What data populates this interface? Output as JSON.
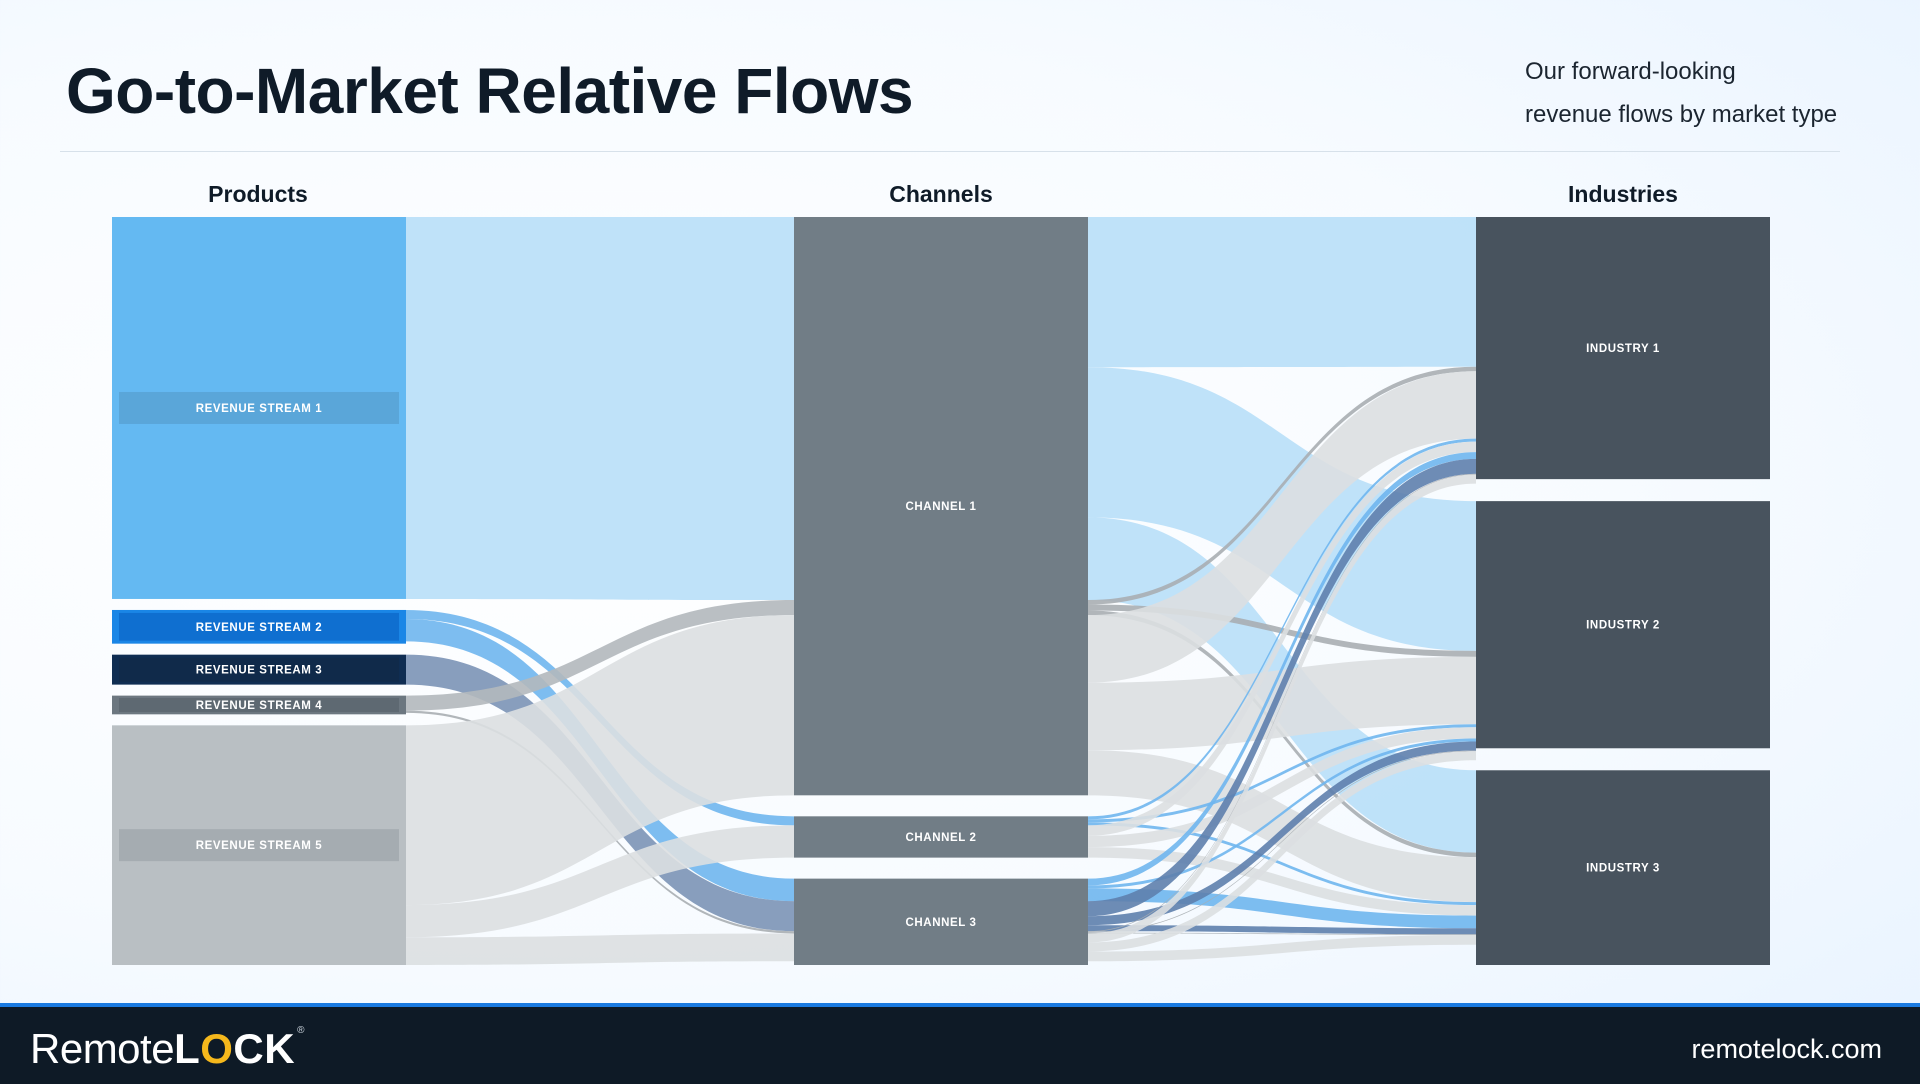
{
  "header": {
    "title": "Go-to-Market Relative Flows",
    "subtitle_line1": "Our forward-looking",
    "subtitle_line2": "revenue flows by market type"
  },
  "columns": {
    "products": "Products",
    "channels": "Channels",
    "industries": "Industries"
  },
  "nodes": {
    "products": [
      {
        "id": "rs1",
        "label": "REVENUE STREAM 1",
        "color": "#64b9f2",
        "label_bg": "#5aa6d9",
        "value": 51
      },
      {
        "id": "rs2",
        "label": "REVENUE STREAM 2",
        "color": "#1a86e6",
        "label_bg": "#0f6fd0",
        "value": 4.5
      },
      {
        "id": "rs3",
        "label": "REVENUE STREAM 3",
        "color": "#0f2d52",
        "label_bg": "#102a4a",
        "value": 4
      },
      {
        "id": "rs4",
        "label": "REVENUE STREAM 4",
        "color": "#6c7780",
        "label_bg": "#5e6972",
        "value": 2.5
      },
      {
        "id": "rs5",
        "label": "REVENUE STREAM 5",
        "color": "#b9bfc3",
        "label_bg": "#a5acb1",
        "value": 32
      }
    ],
    "channels": [
      {
        "id": "c1",
        "label": "CHANNEL 1",
        "color": "#717d86",
        "value": 77
      },
      {
        "id": "c2",
        "label": "CHANNEL 2",
        "color": "#717d86",
        "value": 5.5
      },
      {
        "id": "c3",
        "label": "CHANNEL 3",
        "color": "#717d86",
        "value": 11.5
      }
    ],
    "industries": [
      {
        "id": "i1",
        "label": "INDUSTRY 1",
        "color": "#48535e",
        "value": 35
      },
      {
        "id": "i2",
        "label": "INDUSTRY 2",
        "color": "#48535e",
        "value": 33
      },
      {
        "id": "i3",
        "label": "INDUSTRY 3",
        "color": "#48535e",
        "value": 26
      }
    ]
  },
  "links": [
    {
      "source": "rs1",
      "target": "c1",
      "value": 51,
      "color": "#b8dff8"
    },
    {
      "source": "rs2",
      "target": "c2",
      "value": 1.2,
      "color": "#6fb6ee"
    },
    {
      "source": "rs2",
      "target": "c3",
      "value": 3,
      "color": "#6fb6ee"
    },
    {
      "source": "rs3",
      "target": "c3",
      "value": 4,
      "color": "#7b93b6"
    },
    {
      "source": "rs4",
      "target": "c1",
      "value": 2,
      "color": "#b3b8bc"
    },
    {
      "source": "rs4",
      "target": "c3",
      "value": 0.3,
      "color": "#a9aeb2"
    },
    {
      "source": "rs5",
      "target": "c1",
      "value": 24,
      "color": "#dcdfe1"
    },
    {
      "source": "rs5",
      "target": "c2",
      "value": 4.3,
      "color": "#dcdfe1"
    },
    {
      "source": "rs5",
      "target": "c3",
      "value": 3.7,
      "color": "#dcdfe1"
    },
    {
      "source": "c1",
      "target": "i1",
      "value": 20,
      "color": "#b8dff8"
    },
    {
      "source": "c1",
      "target": "i2",
      "value": 20,
      "color": "#b8dff8"
    },
    {
      "source": "c1",
      "target": "i3",
      "value": 11,
      "color": "#b8dff8"
    },
    {
      "source": "c1",
      "target": "i1",
      "value": 0.6,
      "color": "#a9aeb2"
    },
    {
      "source": "c1",
      "target": "i2",
      "value": 0.8,
      "color": "#a9aeb2"
    },
    {
      "source": "c1",
      "target": "i3",
      "value": 0.6,
      "color": "#a9aeb2"
    },
    {
      "source": "c1",
      "target": "i1",
      "value": 9,
      "color": "#dcdfe1"
    },
    {
      "source": "c1",
      "target": "i2",
      "value": 9,
      "color": "#dcdfe1"
    },
    {
      "source": "c1",
      "target": "i3",
      "value": 6,
      "color": "#dcdfe1"
    },
    {
      "source": "c2",
      "target": "i1",
      "value": 0.4,
      "color": "#6fb6ee"
    },
    {
      "source": "c2",
      "target": "i2",
      "value": 0.4,
      "color": "#6fb6ee"
    },
    {
      "source": "c2",
      "target": "i3",
      "value": 0.4,
      "color": "#6fb6ee"
    },
    {
      "source": "c2",
      "target": "i1",
      "value": 1.4,
      "color": "#dcdfe1"
    },
    {
      "source": "c2",
      "target": "i2",
      "value": 1.5,
      "color": "#dcdfe1"
    },
    {
      "source": "c2",
      "target": "i3",
      "value": 1.4,
      "color": "#dcdfe1"
    },
    {
      "source": "c3",
      "target": "i1",
      "value": 0.9,
      "color": "#6fb6ee"
    },
    {
      "source": "c3",
      "target": "i2",
      "value": 0.4,
      "color": "#6fb6ee"
    },
    {
      "source": "c3",
      "target": "i3",
      "value": 1.7,
      "color": "#6fb6ee"
    },
    {
      "source": "c3",
      "target": "i1",
      "value": 2,
      "color": "#5e80ad"
    },
    {
      "source": "c3",
      "target": "i2",
      "value": 1.2,
      "color": "#5e80ad"
    },
    {
      "source": "c3",
      "target": "i3",
      "value": 0.8,
      "color": "#5e80ad"
    },
    {
      "source": "c3",
      "target": "i1",
      "value": 0.1,
      "color": "#a9aeb2"
    },
    {
      "source": "c3",
      "target": "i2",
      "value": 0.1,
      "color": "#a9aeb2"
    },
    {
      "source": "c3",
      "target": "i3",
      "value": 0.1,
      "color": "#a9aeb2"
    },
    {
      "source": "c3",
      "target": "i1",
      "value": 1.2,
      "color": "#dcdfe1"
    },
    {
      "source": "c3",
      "target": "i2",
      "value": 1.2,
      "color": "#dcdfe1"
    },
    {
      "source": "c3",
      "target": "i3",
      "value": 1.3,
      "color": "#dcdfe1"
    }
  ],
  "footer": {
    "brand_left": "Remote",
    "brand_l": "L",
    "brand_o": "O",
    "brand_rest": "CK",
    "trademark": "®",
    "url": "remotelock.com"
  }
}
